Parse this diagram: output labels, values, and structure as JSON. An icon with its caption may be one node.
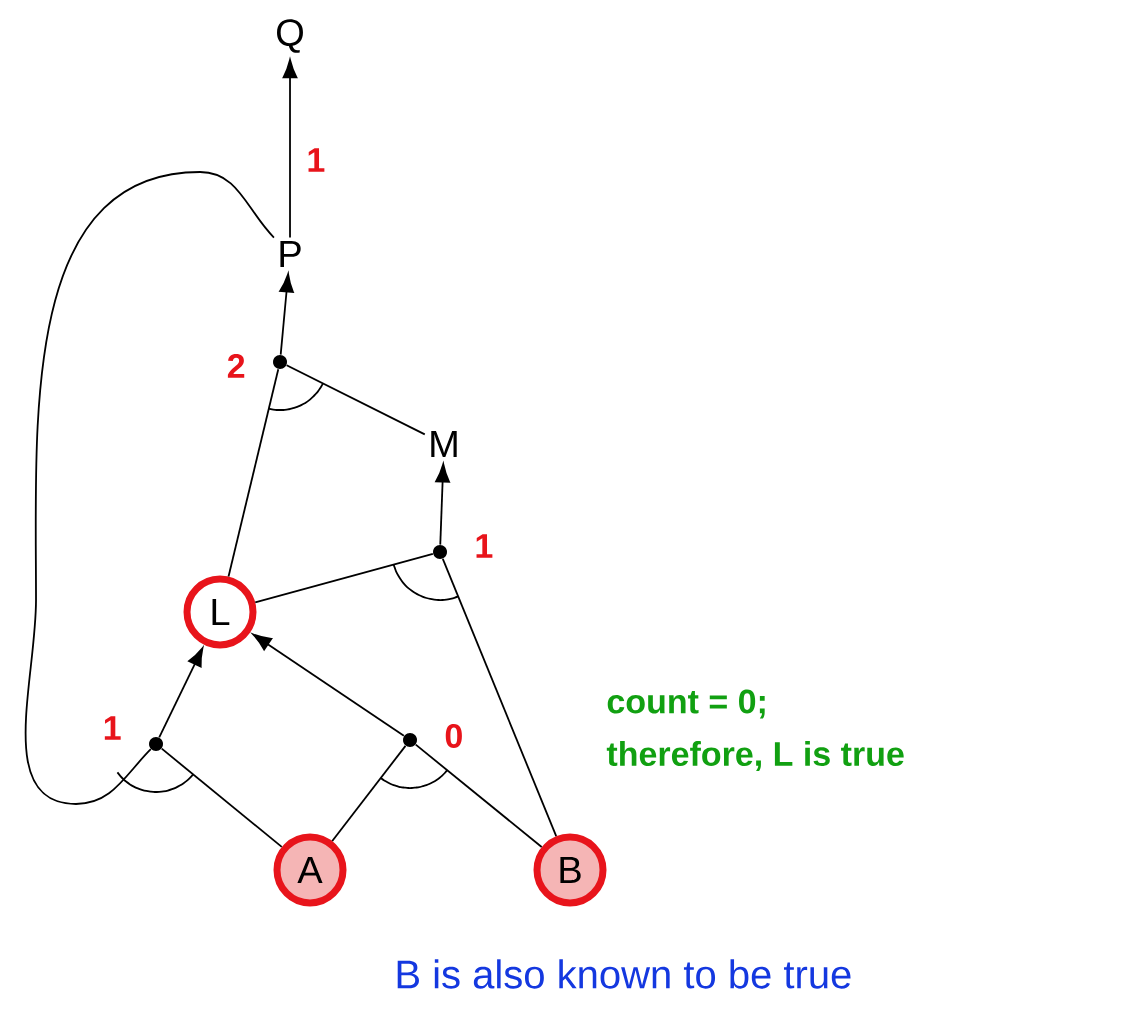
{
  "diagram": {
    "nodes": [
      {
        "text": [
          "Q"
        ]
      },
      {
        "text": [
          "P"
        ]
      },
      {
        "text": [
          "M"
        ]
      },
      {
        "text": [
          "L"
        ]
      },
      {
        "text": [
          "A"
        ]
      },
      {
        "text": [
          "B"
        ]
      },
      {
        "text": [],
        "shape": "circle",
        "beside": [
          "2"
        ]
      },
      {
        "text": [],
        "shape": "circle",
        "beside": [
          "1"
        ]
      },
      {
        "text": [],
        "shape": "circle",
        "beside": [
          "1"
        ]
      },
      {
        "text": [],
        "shape": "circle",
        "beside": [
          "0"
        ]
      }
    ],
    "edges": [
      {
        "from": 1,
        "to": 0,
        "arrow": "to",
        "label": "1"
      },
      {
        "from": 6,
        "to": 1,
        "arrow": "to"
      },
      {
        "from": 3,
        "to": 6,
        "arrow": "none"
      },
      {
        "from": 2,
        "to": 6,
        "arrow": "none"
      },
      {
        "from": 7,
        "to": 2,
        "arrow": "to"
      },
      {
        "from": 3,
        "to": 7,
        "arrow": "none"
      },
      {
        "from": 5,
        "to": 7,
        "arrow": "none"
      },
      {
        "from": 8,
        "to": 3,
        "arrow": "to"
      },
      {
        "from": 4,
        "to": 8,
        "arrow": "none"
      },
      {
        "from": 1,
        "to": 8,
        "arrow": "none"
      },
      {
        "from": 9,
        "to": 3,
        "arrow": "to"
      },
      {
        "from": 4,
        "to": 9,
        "arrow": "none"
      },
      {
        "from": 5,
        "to": 9,
        "arrow": "none"
      }
    ],
    "labels": [
      "count = 0;",
      "therefore, L is true",
      "B is also known to be true"
    ]
  }
}
